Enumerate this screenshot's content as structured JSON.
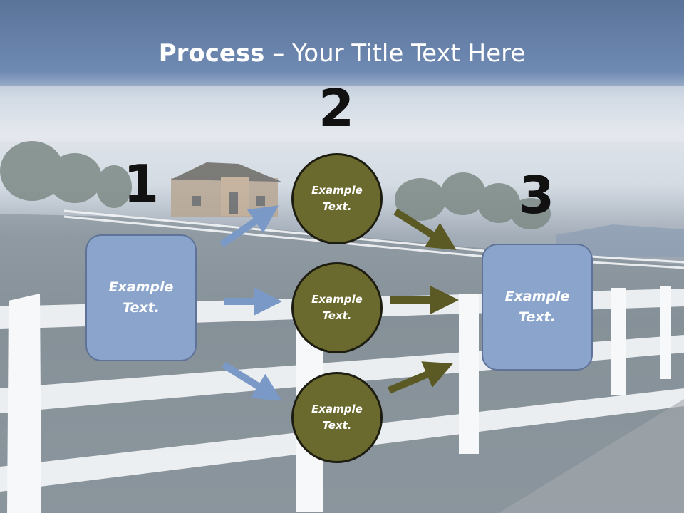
{
  "slide": {
    "title_bold": "Process",
    "title_rest": " – Your Title Text Here"
  },
  "steps": {
    "one": "1",
    "two": "2",
    "three": "3"
  },
  "boxes": {
    "left": "Example Text.",
    "right": "Example Text."
  },
  "circles": {
    "top": "Example Text.",
    "middle": "Example Text.",
    "bottom": "Example Text."
  },
  "colors": {
    "box_fill": "#8aa4cc",
    "circle_fill": "#6b6a2e",
    "blue_arrow": "#7b99c6",
    "olive_arrow": "#5b5a24"
  }
}
